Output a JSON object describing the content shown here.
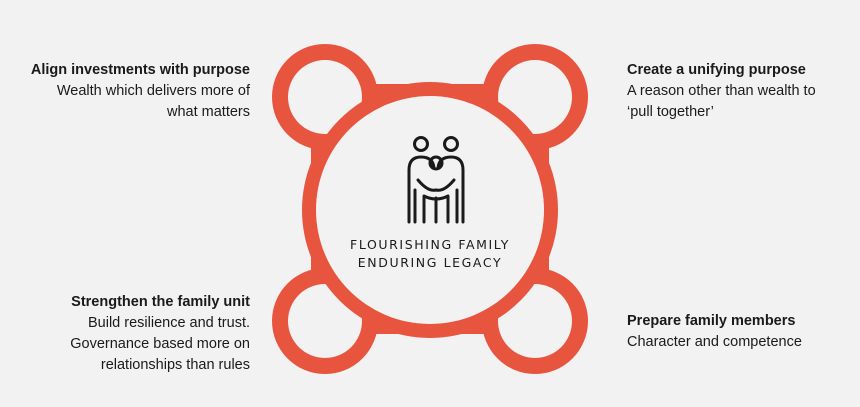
{
  "colors": {
    "ring": "#e8553f",
    "ring_inner": "#f2f2f2",
    "background": "#f2f2f2",
    "text": "#1a1a1a"
  },
  "center": {
    "icon": "family-icon",
    "line1": "FLOURISHING FAMILY",
    "line2": "ENDURING LEGACY"
  },
  "nodes": {
    "top_left": {
      "title": "Align investments with purpose",
      "desc_line1": "Wealth which delivers more of",
      "desc_line2": "what matters"
    },
    "top_right": {
      "title": "Create a unifying purpose",
      "desc_line1": "A reason other than wealth to",
      "desc_line2": "‘pull together’"
    },
    "bottom_left": {
      "title": "Strengthen the family unit",
      "desc_line1": "Build resilience and trust.",
      "desc_line2": "Governance based more on",
      "desc_line3": "relationships than rules"
    },
    "bottom_right": {
      "title": "Prepare family members",
      "desc_line1": "Character and competence"
    }
  }
}
